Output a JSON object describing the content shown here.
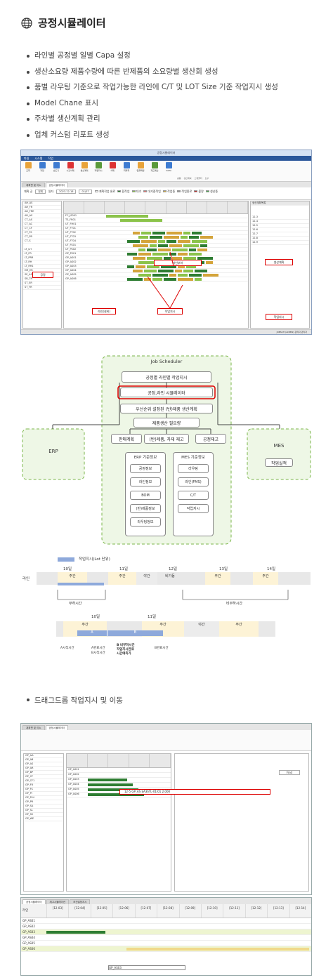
{
  "header": {
    "title": "공정시뮬레이터",
    "icon": "globe-icon"
  },
  "features": [
    "라인별 공정별 일별 Capa 설정",
    "생산소요량 제품수량에 따른 반제품의 소요량별 생산회 생성",
    "품별 라우팅 기준으로 작업가능한 라인에 C/T 및 LOT Size 기준 작업지시 생성",
    "Model Chane 표시",
    "주차별 생산계획 관리",
    "업체 커스텀 리포트 생성"
  ],
  "app": {
    "window_title": "공정시뮬레이터",
    "menu": [
      "파일",
      "시스템",
      "작업"
    ],
    "ribbon": [
      {
        "label": "조회",
        "color": "#e8a33a"
      },
      {
        "label": "저장",
        "color": "#3d7bd1"
      },
      {
        "label": "반드기",
        "color": "#3d7bd1"
      },
      {
        "label": "시간삭제",
        "color": "#d33"
      },
      {
        "label": "생산계획",
        "color": "#e8a33a"
      },
      {
        "label": "작업지시",
        "color": "#5a9a3a"
      },
      {
        "label": "삭제",
        "color": "#d33"
      },
      {
        "label": "최적화",
        "color": "#3d7bd1"
      },
      {
        "label": "일괄확정",
        "color": "#e8a33a"
      },
      {
        "label": "재고계산",
        "color": "#5a9a3a"
      },
      {
        "label": "CAPA",
        "color": "#3d7bd1"
      }
    ],
    "ribbon_groups": [
      "공통",
      "생산계획",
      "스케줄러",
      "도구"
    ],
    "tabs": [
      "계획편 및 이노",
      "공정시뮬레이터"
    ],
    "filter": {
      "plant_label": "계획 공",
      "plant_value": "전체",
      "date_label": "일자",
      "date_value": "2023-12-18",
      "date_to": "01/07",
      "legend": [
        {
          "label": "계획작업 완료",
          "color": "#ffffff"
        },
        {
          "label": "합작업",
          "color": "#2e7d32"
        },
        {
          "label": "대기",
          "color": "#8bc34a"
        },
        {
          "label": "대기중작업",
          "color": "#e57373"
        },
        {
          "label": "작업중",
          "color": "#d4b04a"
        },
        {
          "label": "작업종료",
          "color": "#999999"
        },
        {
          "label": "불량",
          "color": "#c62828"
        },
        {
          "label": "생산중",
          "color": "#4caf50"
        }
      ]
    },
    "left_list": [
      "AH_AS",
      "AH_FR",
      "AH_FRE",
      "AR_AS",
      "CT_AS",
      "CT_AC",
      "CT_CF",
      "CT_FS",
      "CT_PR",
      "CT_S"
    ],
    "left_list_2": [
      "LT_LH",
      "LT_FR",
      "LT_PRR",
      "LT_RH",
      "LT_RH1",
      "EM_ER",
      "SE_AS",
      "SR_TR",
      "ST_ER",
      "ST_FR"
    ],
    "gantt_rows": [
      "FC_JS001",
      "TS_FR01",
      "UT_FH01",
      "UT_FT01",
      "UT_FT02",
      "UT_FT03",
      "UT_FT04",
      "UT_FS01",
      "UT_PS02",
      "GP_PS01",
      "GP_AS01",
      "GP_AS02",
      "GP_AS03",
      "GP_AS04",
      "GP_AS05",
      "GP_AS06"
    ],
    "right_pane_title": "생산계획목록",
    "right_list": [
      "12-3",
      "12-4",
      "12-5",
      "12-6",
      "12-7",
      "12-8",
      "12-9"
    ],
    "callouts": {
      "left": "공정",
      "center": "라인부하",
      "center2": "작업지시",
      "right_top": "생산계획",
      "right_bottom": "작업지시",
      "gantt_label": "라인(설비)"
    },
    "status": "JOBSCH (ADMIN) 관리자 관리자"
  },
  "diagram": {
    "title": "Job Scheduler",
    "boxes": {
      "wo": "공정별 라인별 작업지시",
      "sim": "공정,라인 시뮬레이터",
      "priority": "우선순위 설정된 (반)제품 생산계획",
      "need": "제품생산 필요량",
      "sales": "판매계획",
      "stock": "(반)제품, 자재 재고",
      "wip": "공정재고",
      "erp": "ERP",
      "mes": "MES",
      "mes_sub": "작업실적",
      "erp_base": "ERP 기준정보",
      "mes_base": "MES 기준정보"
    },
    "erp_items": [
      "공정정보",
      "라인정보",
      "BOM",
      "(반)제품정보",
      "라우팅정보"
    ],
    "mes_items": [
      "라우팅",
      "라인(FMS)",
      "C/T",
      "작업지시"
    ]
  },
  "timeline": {
    "legend": "작업지시(Lot 단위)",
    "days": [
      "10일",
      "11일",
      "12일",
      "13일",
      "14일"
    ],
    "row_label": "라인",
    "segments": [
      "주간",
      "주간",
      "야간",
      "비가동",
      "주간",
      "주간"
    ],
    "labels": {
      "load": "부하시간",
      "nonload": "비부하시간",
      "a_lot": "A",
      "b_lot": "B",
      "a_start": "A시작시간",
      "a_end": "A완료시간",
      "b_start": "B시작시간",
      "b_note_1": "B 비부하시간",
      "b_note_2": "작업지시완료",
      "b_note_3": "시간예측가",
      "b_end": "B완료시간"
    },
    "zoom_days": [
      "10일",
      "11일"
    ],
    "zoom_segments": [
      "주간",
      "주간",
      "야간",
      "주간"
    ]
  },
  "bullet2": "드래그드롭 작업지시 및 이동",
  "shot2": {
    "tabs": [
      "계획편 및 이노",
      "공정시뮬레이터"
    ],
    "rows": [
      "GP_AA",
      "GP_AB",
      "GP_AS",
      "GP_AR",
      "GP_BP",
      "GP_CF",
      "GP_CF1",
      "GP_FR",
      "GP_FS",
      "GP_PI",
      "GP_PLU",
      "GP_PR",
      "GP_SA",
      "GP_SL",
      "GP_SV",
      "GP_WE"
    ],
    "lines": [
      "GP_AS01",
      "GP_AS02",
      "GP_AS03",
      "GP_AS04",
      "GP_AS05",
      "GP_AS06"
    ],
    "find": "Find",
    "drag_row": "12-5  GP_AS  $A3STL-01/01  2,000"
  },
  "shot3": {
    "tabs": [
      "공정시뮬레이터",
      "재고시뮬레이션",
      "조건설정지시"
    ],
    "days": [
      "12-03",
      "12-04",
      "12-05",
      "12-06",
      "12-07",
      "12-08",
      "12-09",
      "12-10",
      "12-11",
      "12-12",
      "12-13",
      "12-14"
    ],
    "lines": [
      "GP_AS01",
      "GP_AS02",
      "GP_AS03",
      "GP_AS04",
      "GP_AS05",
      "GP_AS06"
    ],
    "line_header": "라인",
    "drag_label": "GP_AS03"
  },
  "colors": {
    "accent": "#2b579a",
    "dashed_green": "#7ab648",
    "callout_red": "#dd1111",
    "zone_day": "#fdf3d6",
    "gantt_green": "#2e7d32",
    "gantt_gold": "#d4a43a"
  }
}
